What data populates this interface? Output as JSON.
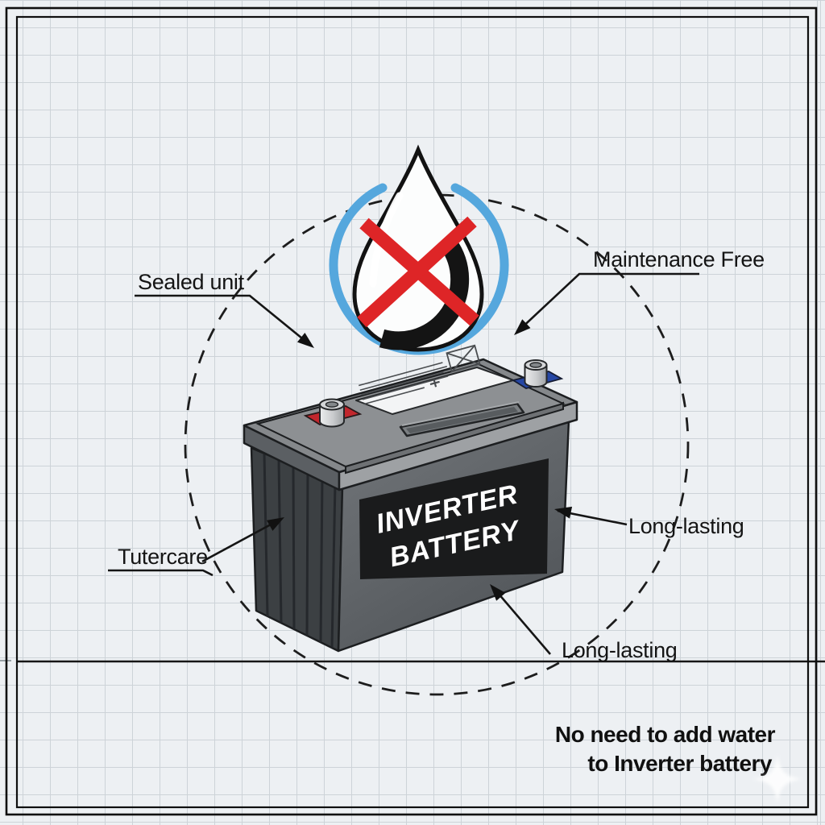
{
  "callouts": {
    "sealed_unit": "Sealed unit",
    "maintenance_free": "Maintenance Free",
    "long_lasting_right": "Long-lasting",
    "long_lasting_bottom": "Long-lasting",
    "tutercare": "Tutercare"
  },
  "battery": {
    "label_line1": "INVERTER",
    "label_line2": "BATTERY"
  },
  "caption": {
    "line1": "No need to add water",
    "line2": "to Inverter battery"
  },
  "icons": {
    "no_water": "no-water-drop-icon",
    "sparkle": "sparkle-icon"
  },
  "colors": {
    "circle_blue": "#55a7dd",
    "cross_red": "#de2527",
    "terminal_positive_red": "#c1272d",
    "terminal_negative_blue": "#2647a4",
    "label_black": "#1a1b1c"
  }
}
